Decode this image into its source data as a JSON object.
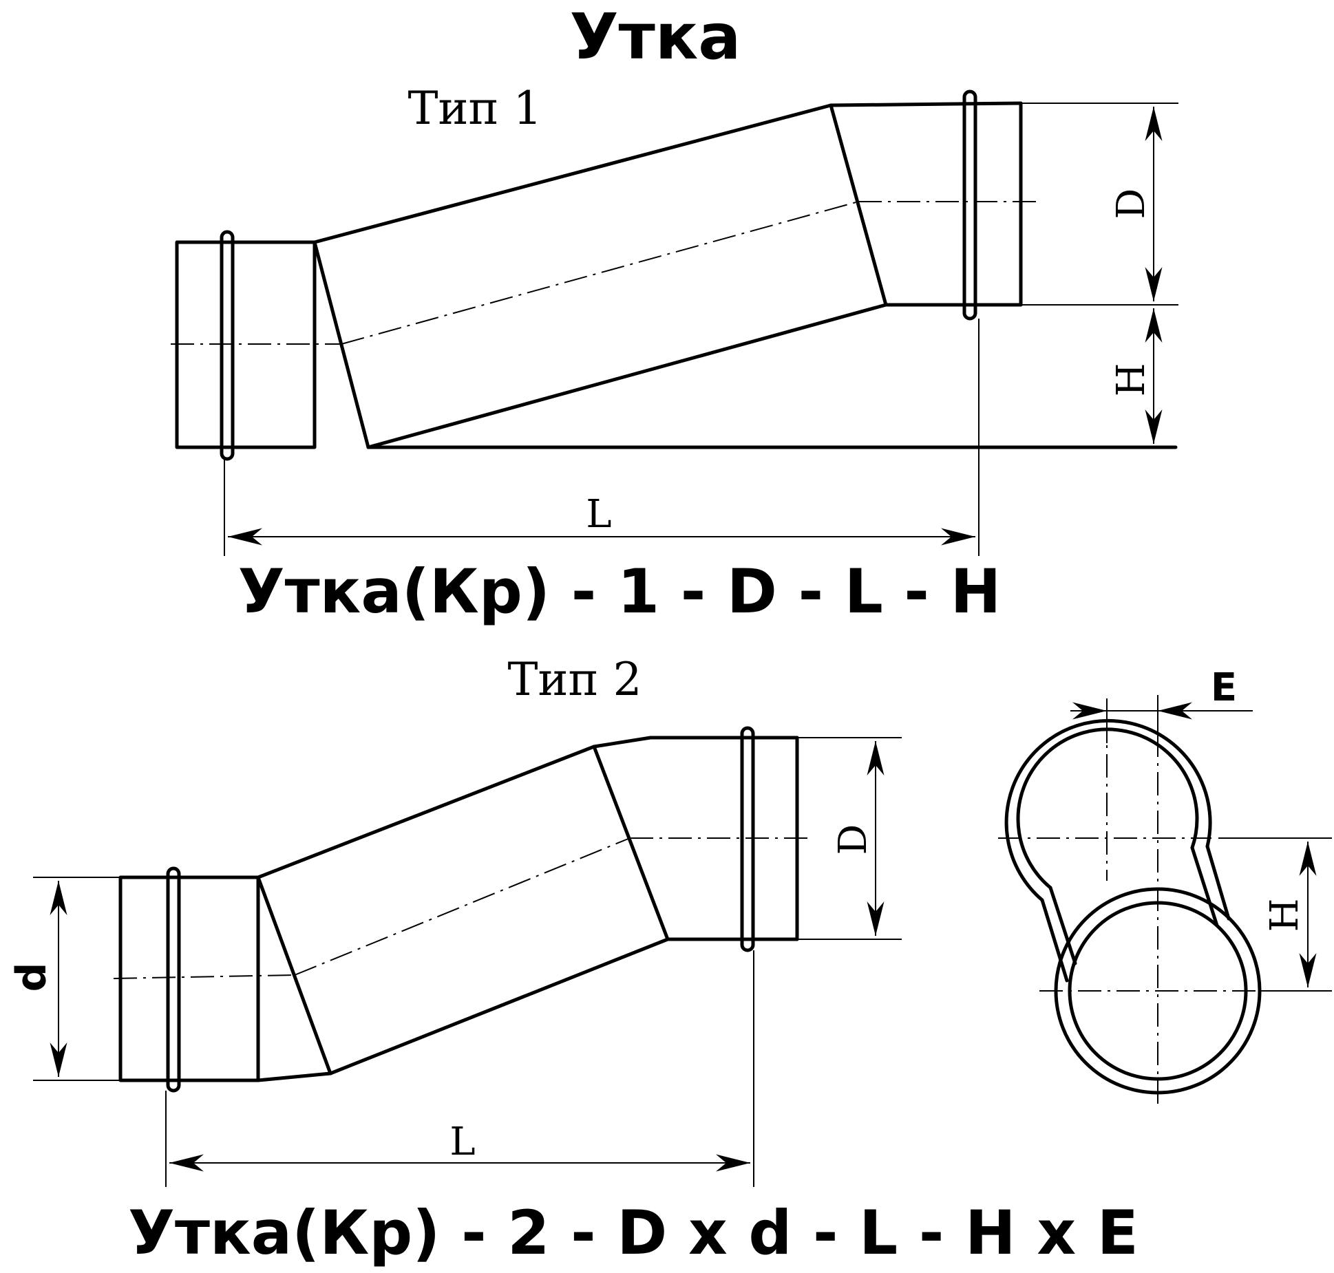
{
  "title": "Утка",
  "type1": {
    "label": "Тип 1",
    "dim_d": "D",
    "dim_h": "H",
    "dim_l": "L",
    "designation": "Утка(Кр) - 1 - D - L - H"
  },
  "type2": {
    "label": "Тип 2",
    "dim_d_upper": "D",
    "dim_d_lower": "d",
    "dim_l": "L",
    "designation": "Утка(Кр) - 2 - D x d - L - H x E"
  },
  "end_view": {
    "dim_e": "E",
    "dim_h": "H"
  }
}
